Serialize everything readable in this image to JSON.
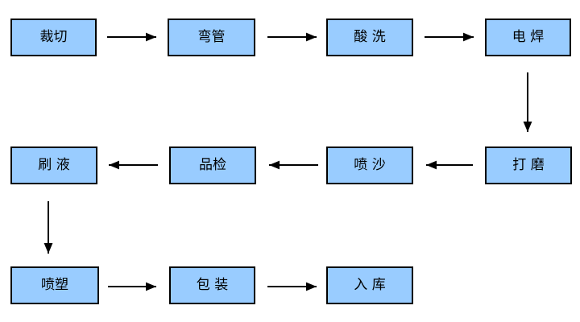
{
  "diagram": {
    "type": "flowchart",
    "colors": {
      "node_fill": "#99CCFF",
      "node_border": "#000000",
      "arrow": "#000000",
      "background": "#FFFFFF"
    },
    "nodes": [
      {
        "id": "caiqie",
        "label": "裁切"
      },
      {
        "id": "wanguan",
        "label": "弯管"
      },
      {
        "id": "suanxi",
        "label": "酸 洗"
      },
      {
        "id": "dianhan",
        "label": "电 焊"
      },
      {
        "id": "damo",
        "label": "打 磨"
      },
      {
        "id": "pensha",
        "label": "喷 沙"
      },
      {
        "id": "pinjian",
        "label": "品检"
      },
      {
        "id": "shuaye",
        "label": "刷 液"
      },
      {
        "id": "pensu",
        "label": "喷塑"
      },
      {
        "id": "baozhuang",
        "label": "包 装"
      },
      {
        "id": "ruku",
        "label": "入 库"
      }
    ],
    "edges": [
      {
        "from": "裁切",
        "to": "弯管"
      },
      {
        "from": "弯管",
        "to": "酸 洗"
      },
      {
        "from": "酸 洗",
        "to": "电 焊"
      },
      {
        "from": "电 焊",
        "to": "打 磨"
      },
      {
        "from": "打 磨",
        "to": "喷 沙"
      },
      {
        "from": "喷 沙",
        "to": "品检"
      },
      {
        "from": "品检",
        "to": "刷 液"
      },
      {
        "from": "刷 液",
        "to": "喷塑"
      },
      {
        "from": "喷塑",
        "to": "包 装"
      },
      {
        "from": "包 装",
        "to": "入 库"
      }
    ]
  }
}
